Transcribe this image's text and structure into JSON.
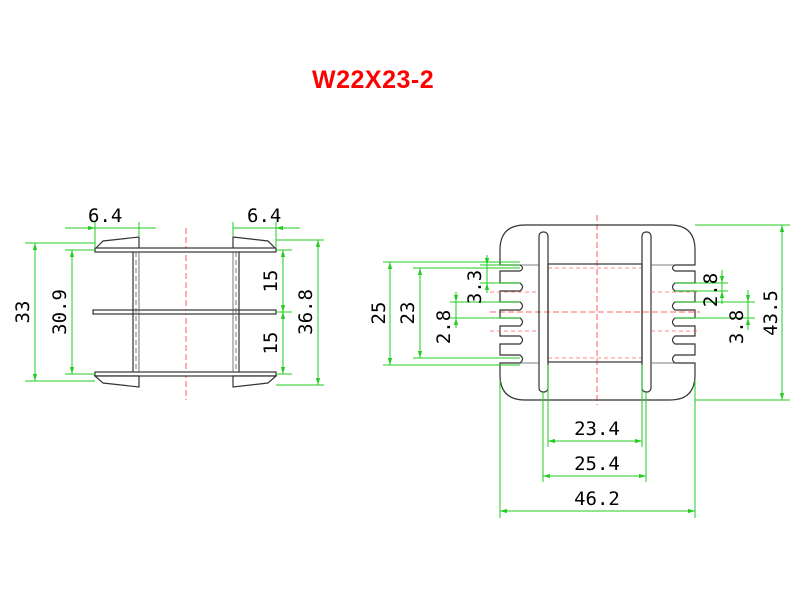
{
  "title": "W22X23-2",
  "colors": {
    "title": "#ff0000",
    "dimension": "#22cc22",
    "part": "#333333",
    "centerline": "#ff3333"
  },
  "side_view": {
    "top_left_width": "6.4",
    "top_right_width": "6.4",
    "overall_height_outer": "33",
    "inner_height": "30.9",
    "upper_half": "15",
    "lower_half": "15",
    "overall_height_right": "36.8"
  },
  "front_view": {
    "left_outer": "25",
    "left_inner": "23",
    "slot_pitch_left": "3.3",
    "slot_gap_left": "2.8",
    "slot_pitch_right": "2.8",
    "slot_gap_right": "3.8",
    "overall_height": "43.5",
    "window_width": "23.4",
    "flange_width": "25.4",
    "overall_width": "46.2"
  }
}
